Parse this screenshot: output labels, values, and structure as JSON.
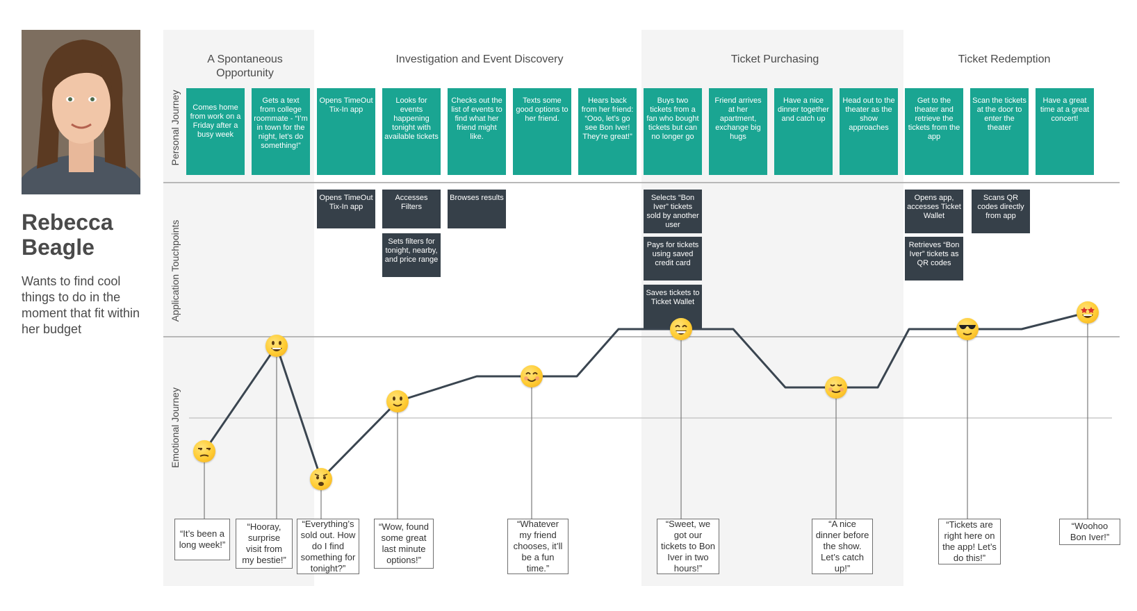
{
  "persona": {
    "name": "Rebecca Beagle",
    "goal": "Wants to find cool things to do in the moment that fit within her budget"
  },
  "phases": [
    "A Spontaneous Opportunity",
    "Investigation and Event Discovery",
    "Ticket Purchasing",
    "Ticket Redemption"
  ],
  "row_labels": {
    "personal": "Personal Journey",
    "touchpoints": "Application Touchpoints",
    "emotional": "Emotional Journey"
  },
  "personal_journey": [
    "Comes home from work on a Friday after a busy week",
    "Gets a text from college roommate - “I’m in town for the night, let’s do something!”",
    "Opens TimeOut Tix-In app",
    "Looks for events happening tonight with available tickets",
    "Checks out the list of events to find what her friend might like.",
    "Texts some good options to her friend.",
    "Hears back from her friend: “Ooo, let’s go see Bon Iver! They’re great!”",
    "Buys two tickets from a fan who bought tickets but can no longer go",
    "Friend arrives at her apartment, exchange big hugs",
    "Have a nice dinner together and catch up",
    "Head out to the theater as the show approaches",
    "Get to the theater and retrieve the tickets from the app",
    "Scan the tickets at the door to enter the theater",
    "Have a great time at a great concert!"
  ],
  "touchpoints": {
    "col3": [
      "Opens TimeOut Tix-In app"
    ],
    "col4": [
      "Accesses Filters",
      "Sets filters for tonight, nearby, and price range"
    ],
    "col5": [
      "Browses results"
    ],
    "col8": [
      "Selects “Bon Iver” tickets sold by another user",
      "Pays for tickets using saved credit card",
      "Saves tickets to Ticket Wallet"
    ],
    "col12": [
      "Opens app, accesses Ticket Wallet",
      "Retrieves “Bon Iver” tickets as QR codes"
    ],
    "col13": [
      "Scans QR codes directly from app"
    ]
  },
  "emotions": [
    {
      "icon": "unamused-face-icon",
      "quote": "“It’s been a long week!”",
      "level": -0.6
    },
    {
      "icon": "grinning-face-icon",
      "quote": "“Hooray, surprise visit from my bestie!”",
      "level": 1.3
    },
    {
      "icon": "worried-face-icon",
      "quote": "“Everything’s sold out. How do I find something for tonight?”",
      "level": -1.1
    },
    {
      "icon": "slightly-smiling-face-icon",
      "quote": "“Wow, found some great last minute options!”",
      "level": 0.3
    },
    {
      "icon": "smiling-blush-face-icon",
      "quote": "“Whatever my friend chooses, it’ll be a fun time.”",
      "level": 0.75
    },
    {
      "icon": "beaming-face-icon",
      "quote": "“Sweet, we got our tickets to Bon Iver in two hours!”",
      "level": 1.6
    },
    {
      "icon": "relieved-face-icon",
      "quote": "“A nice dinner before the show. Let’s catch up!”",
      "level": 0.55
    },
    {
      "icon": "sunglasses-face-icon",
      "quote": "“Tickets are right here on the app! Let’s do this!”",
      "level": 1.6
    },
    {
      "icon": "star-struck-face-icon",
      "quote": "“Woohoo Bon Iver!”",
      "level": 1.9
    }
  ],
  "colors": {
    "teal": "#1aa592",
    "dark": "#364049",
    "band": "#f4f4f4",
    "line": "#3a4550"
  }
}
